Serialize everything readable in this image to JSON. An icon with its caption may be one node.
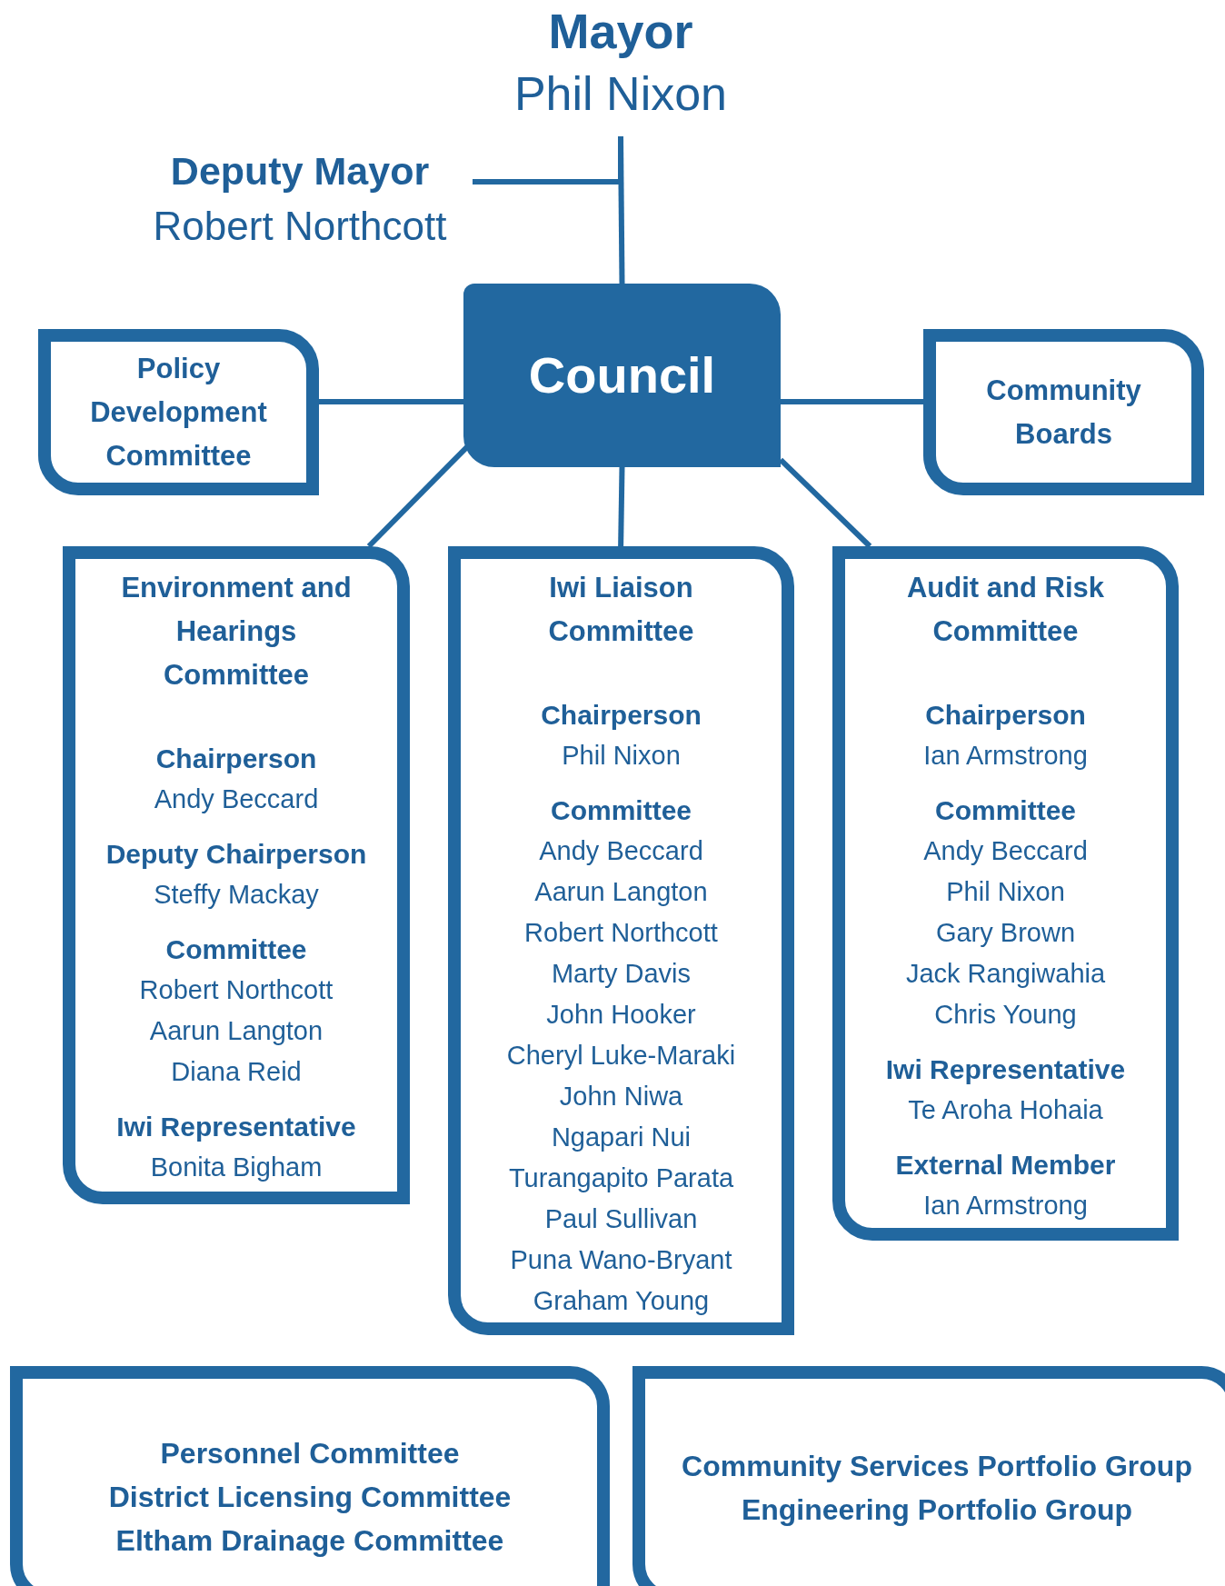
{
  "diagram": {
    "nodes": [
      {
        "text": [
          "Mayor",
          "Phil Nixon"
        ]
      },
      {
        "text": [
          "Deputy Mayor",
          "Robert Northcott"
        ]
      },
      {
        "text": [
          "Council"
        ]
      },
      {
        "text": [
          "Policy Development Committee"
        ]
      },
      {
        "text": [
          "Community Boards"
        ]
      },
      {
        "text": [
          "Environment and Hearings Committee",
          "Chairperson",
          "Andy Beccard",
          "Deputy Chairperson",
          "Steffy Mackay",
          "Committee",
          "Robert Northcott",
          "Aarun Langton",
          "Diana Reid",
          "Iwi Representative",
          "Bonita Bigham"
        ]
      },
      {
        "text": [
          "Iwi Liaison Committee",
          "Chairperson",
          "Phil Nixon",
          "Committee",
          "Andy Beccard",
          "Aarun Langton",
          "Robert Northcott",
          "Marty Davis",
          "John Hooker",
          "Cheryl Luke-Maraki",
          "John Niwa",
          "Ngapari Nui",
          "Turangapito Parata",
          "Paul Sullivan",
          "Puna Wano-Bryant",
          "Graham Young"
        ]
      },
      {
        "text": [
          "Audit and Risk Committee",
          "Chairperson",
          "Ian Armstrong",
          "Committee",
          "Andy Beccard",
          "Phil Nixon",
          "Gary Brown",
          "Jack Rangiwahia",
          "Chris Young",
          "Iwi Representative",
          "Te Aroha Hohaia",
          "External Member",
          "Ian Armstrong"
        ]
      },
      {
        "text": [
          "Personnel Committee",
          "District Licensing Committee",
          "Eltham Drainage Committee"
        ]
      },
      {
        "text": [
          "Community Services Portfolio Group",
          "Engineering Portfolio Group"
        ]
      }
    ],
    "edges": [
      {
        "from": 0,
        "to": 2,
        "arrow": "none"
      },
      {
        "from": 1,
        "to": 0,
        "arrow": "none"
      },
      {
        "from": 2,
        "to": 3,
        "arrow": "none"
      },
      {
        "from": 2,
        "to": 4,
        "arrow": "none"
      },
      {
        "from": 2,
        "to": 5,
        "arrow": "none"
      },
      {
        "from": 2,
        "to": 6,
        "arrow": "none"
      },
      {
        "from": 2,
        "to": 7,
        "arrow": "none"
      }
    ]
  }
}
